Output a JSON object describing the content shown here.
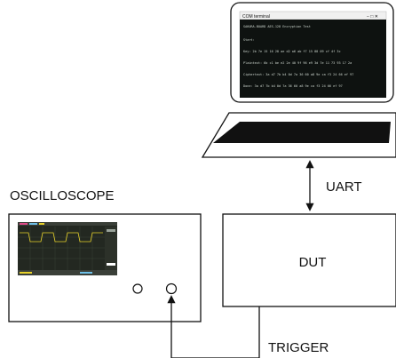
{
  "colors": {
    "line": "#111111",
    "terminal_bg": "#0e1210",
    "terminal_text": "#cfd8d0",
    "scope_screen_bg": "#232821",
    "scope_trace": "#e8d22a",
    "scope_grid": "#3d4a3a"
  },
  "labels": {
    "oscilloscope": "OSCILLOSCOPE",
    "uart": "UART",
    "dut": "DUT",
    "trigger": "TRIGGER"
  },
  "laptop": {
    "window_title": "COM terminal",
    "window_controls": "−  □  ✕",
    "terminal_lines": [
      "SAKURA-BOARD AES-128 Encryption Test",
      "Start:",
      "Key: 2b 7e 15 16 28 ae d2 a6 ab f7 15 88 09 cf 4f 3c",
      "Plaintext: 6b c1 be e2 2e 40 9f 96 e9 3d 7e 11 73 93 17 2a",
      "Ciphertext: 3a d7 7b b4 0d 7a 36 60 a8 9e ca f3 24 66 ef 97",
      "Done: 3a d7 7b b4 0d 7a 36 60 a8 9e ca f3 24 66 ef 97"
    ]
  },
  "icons": {
    "uart_arrow": "double-headed-vertical-arrow",
    "trigger_arrow": "up-arrow"
  }
}
